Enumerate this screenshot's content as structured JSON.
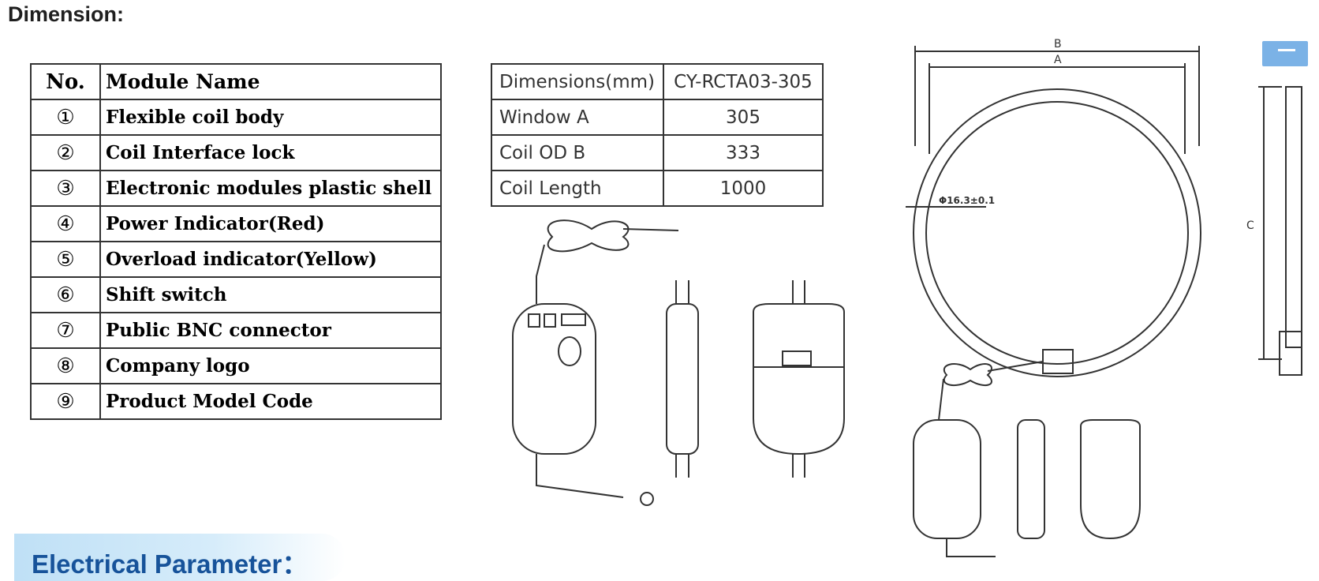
{
  "heading": "Dimension:",
  "module_table": {
    "headers": {
      "no": "No.",
      "name": "Module Name"
    },
    "rows": [
      {
        "no": "①",
        "name": "Flexible coil body"
      },
      {
        "no": "②",
        "name": "Coil Interface lock"
      },
      {
        "no": "③",
        "name": "Electronic modules plastic shell"
      },
      {
        "no": "④",
        "name": "Power Indicator(Red)"
      },
      {
        "no": "⑤",
        "name": "Overload indicator(Yellow)"
      },
      {
        "no": "⑥",
        "name": "Shift switch"
      },
      {
        "no": "⑦",
        "name": "Public BNC connector"
      },
      {
        "no": "⑧",
        "name": "Company logo"
      },
      {
        "no": "⑨",
        "name": "Product Model Code"
      }
    ]
  },
  "dimension_table": {
    "header": {
      "label": "Dimensions(mm)",
      "model": "CY-RCTA03-305"
    },
    "rows": [
      {
        "label": "Window A",
        "value": "305"
      },
      {
        "label": "Coil OD B",
        "value": "333"
      },
      {
        "label": "Coil Length",
        "value": "1000"
      }
    ]
  },
  "drawing_labels": {
    "A": "A",
    "B": "B",
    "C": "C",
    "dia": "Φ16.3±0.1"
  },
  "section_title": "Electrical Parameter：",
  "icons": {
    "corner": "menu-icon"
  }
}
